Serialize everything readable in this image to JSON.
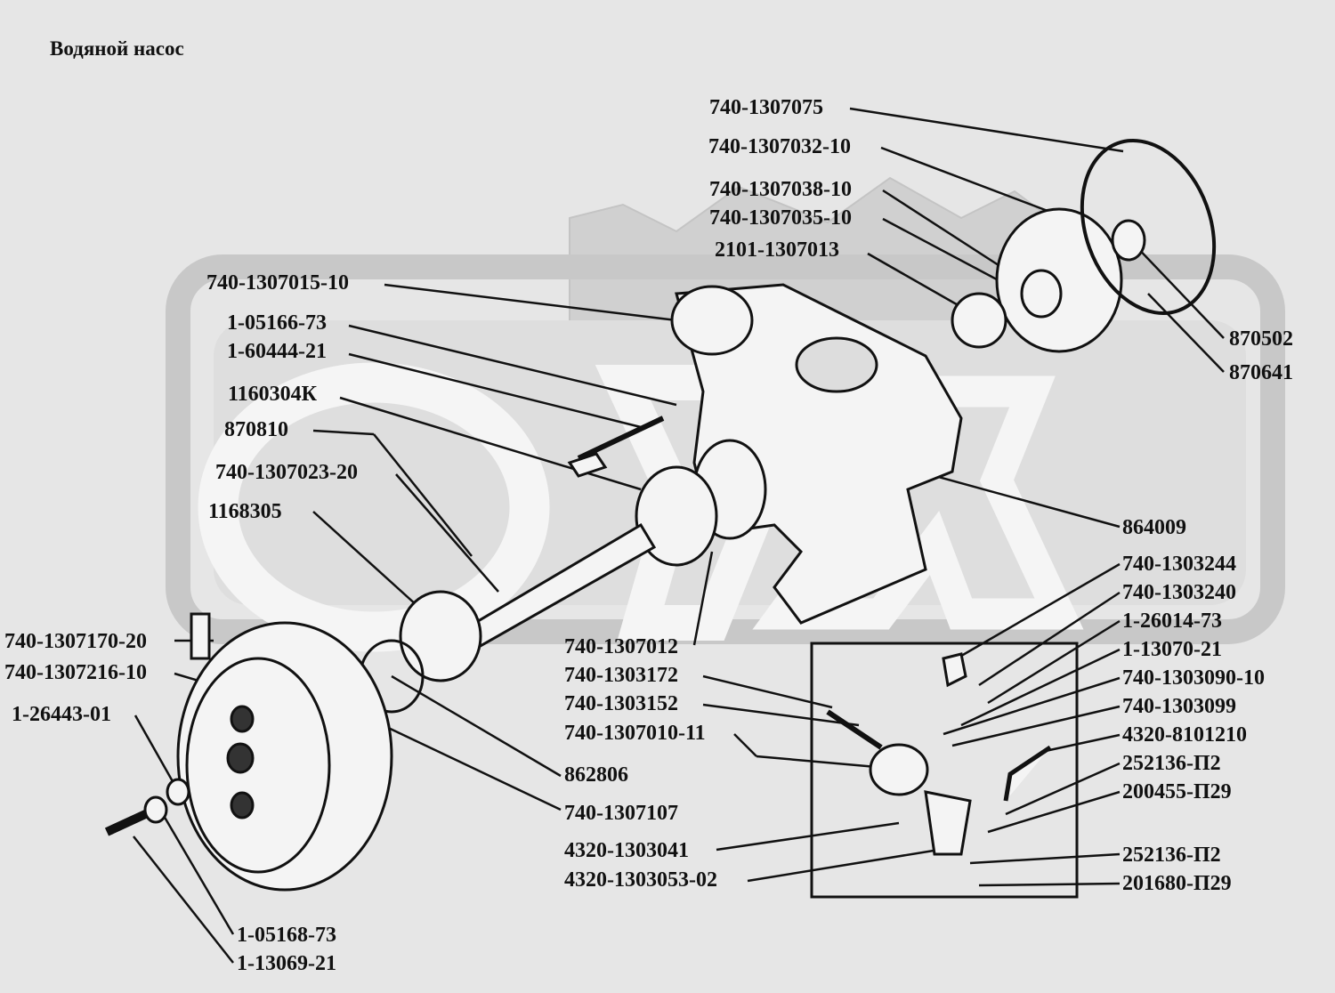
{
  "title": "Водяной насос",
  "parts": {
    "p740_1307075": "740-1307075",
    "p740_1307032_10": "740-1307032-10",
    "p740_1307038_10": "740-1307038-10",
    "p740_1307035_10": "740-1307035-10",
    "p2101_1307013": "2101-1307013",
    "p740_1307015_10": "740-1307015-10",
    "p1_05166_73": "1-05166-73",
    "p1_60444_21": "1-60444-21",
    "p1160304K": "1160304К",
    "p870810": "870810",
    "p740_1307023_20": "740-1307023-20",
    "p1168305": "1168305",
    "p870502": "870502",
    "p870641": "870641",
    "p864009": "864009",
    "p740_1303244": "740-1303244",
    "p740_1303240": "740-1303240",
    "p1_26014_73": "1-26014-73",
    "p1_13070_21": "1-13070-21",
    "p740_1303090_10": "740-1303090-10",
    "p740_1303099": "740-1303099",
    "p4320_8101210": "4320-8101210",
    "p252136_P2_a": "252136-П2",
    "p200455_P29": "200455-П29",
    "p252136_P2_b": "252136-П2",
    "p201680_P29": "201680-П29",
    "p740_1307170_20": "740-1307170-20",
    "p740_1307216_10": "740-1307216-10",
    "p1_26443_01": "1-26443-01",
    "p740_1307012": "740-1307012",
    "p740_1303172": "740-1303172",
    "p740_1303152": "740-1303152",
    "p740_1307010_11": "740-1307010-11",
    "p862806": "862806",
    "p740_1307107": "740-1307107",
    "p4320_1303041": "4320-1303041",
    "p4320_1303053_02": "4320-1303053-02",
    "p1_05168_73": "1-05168-73",
    "p1_13069_21": "1-13069-21"
  }
}
